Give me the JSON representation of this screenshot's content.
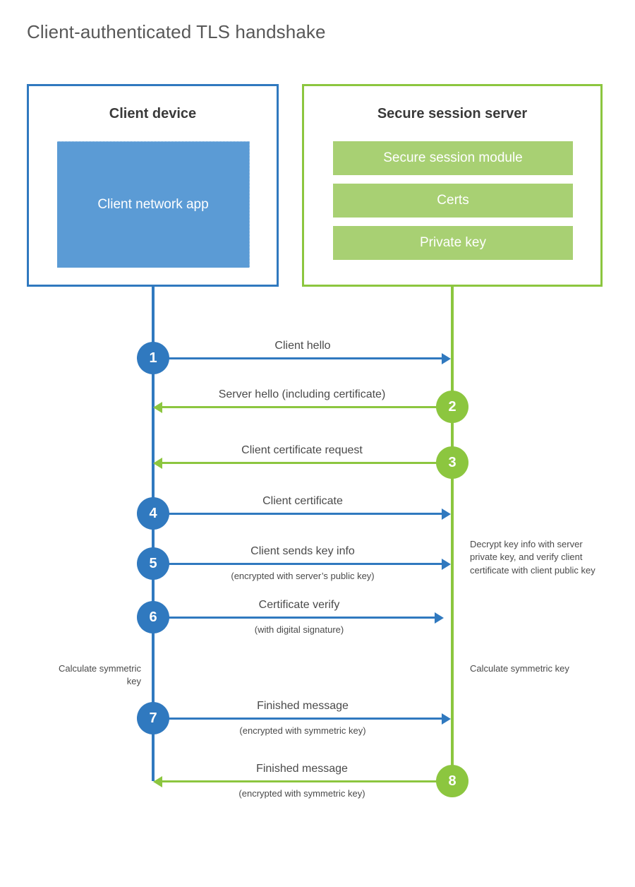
{
  "title": "Client-authenticated TLS handshake",
  "colors": {
    "blue": "#3079bf",
    "blue_fill": "#5b9bd5",
    "green": "#8cc63f",
    "green_fill": "#a8d073",
    "text": "#4a4a4a"
  },
  "participants": {
    "client": {
      "title": "Client device",
      "app_label": "Client network app"
    },
    "server": {
      "title": "Secure session server",
      "modules": [
        "Secure session module",
        "Certs",
        "Private key"
      ]
    }
  },
  "steps": [
    {
      "number": "1",
      "direction": "client-to-server",
      "color": "blue",
      "label": "Client hello",
      "sublabel": ""
    },
    {
      "number": "2",
      "direction": "server-to-client",
      "color": "green",
      "label": "Server hello (including certificate)",
      "sublabel": ""
    },
    {
      "number": "3",
      "direction": "server-to-client",
      "color": "green",
      "label": "Client certificate request",
      "sublabel": ""
    },
    {
      "number": "4",
      "direction": "client-to-server",
      "color": "blue",
      "label": "Client certificate",
      "sublabel": ""
    },
    {
      "number": "5",
      "direction": "client-to-server",
      "color": "blue",
      "label": "Client sends key info",
      "sublabel": "(encrypted with server’s public key)"
    },
    {
      "number": "6",
      "direction": "client-to-server",
      "color": "blue",
      "label": "Certificate verify",
      "sublabel": "(with digital signature)"
    },
    {
      "number": "7",
      "direction": "client-to-server",
      "color": "blue",
      "label": "Finished message",
      "sublabel": "(encrypted with symmetric key)"
    },
    {
      "number": "8",
      "direction": "server-to-client",
      "color": "green",
      "label": "Finished message",
      "sublabel": "(encrypted with symmetric key)"
    }
  ],
  "annotations": {
    "server_decrypt": "Decrypt key info with server private key, and verify client certificate with client public key",
    "client_calculate": "Calculate symmetric key",
    "server_calculate": "Calculate symmetric key"
  }
}
